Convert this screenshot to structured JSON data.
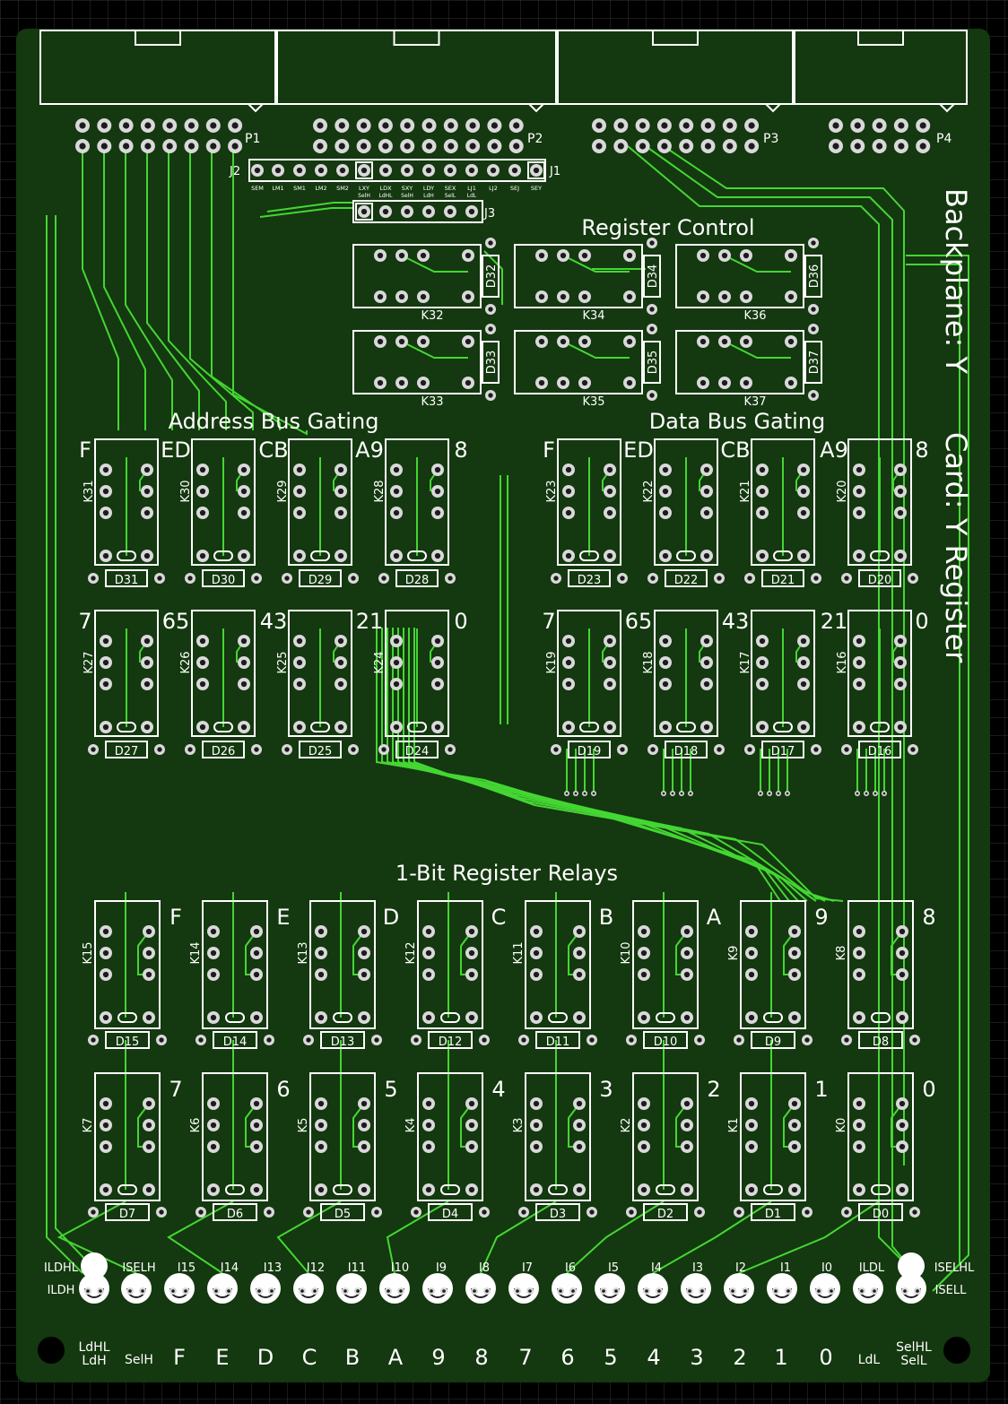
{
  "colors": {
    "background": "#000000",
    "grid": "#333333",
    "board": "#14380f",
    "trace": "#44d633",
    "silk": "#ffffff",
    "pad_ring": "#d9d9d9",
    "pad_hole": "#1c1c1c"
  },
  "titles": {
    "backplane": "Backplane: Y",
    "card": "Card: Y Register",
    "register_control": "Register Control",
    "address_bus": "Address Bus Gating",
    "data_bus": "Data Bus Gating",
    "register_relays": "1-Bit Register Relays"
  },
  "connectors": {
    "p1": "P1",
    "p2": "P2",
    "p3": "P3",
    "p4": "P4",
    "j1": "J1",
    "j2": "J2",
    "j3": "J3"
  },
  "j_row1_labels": [
    "SEM",
    "LM1",
    "SM1",
    "LM2",
    "SM2",
    "LXY",
    "LDX",
    "SXY",
    "LDY",
    "SEX",
    "LJ1",
    "LJ2",
    "SEJ",
    "SEY"
  ],
  "j_row2_labels": [
    "SelH",
    "LdHL",
    "SelH",
    "LdH",
    "SelL",
    "LdL"
  ],
  "control_relays": [
    {
      "k": "K32",
      "d": "D32"
    },
    {
      "k": "K34",
      "d": "D34"
    },
    {
      "k": "K36",
      "d": "D36"
    },
    {
      "k": "K33",
      "d": "D33"
    },
    {
      "k": "K35",
      "d": "D35"
    },
    {
      "k": "K37",
      "d": "D37"
    }
  ],
  "address_top": [
    {
      "k": "K31",
      "d": "D31"
    },
    {
      "k": "K30",
      "d": "D30"
    },
    {
      "k": "K29",
      "d": "D29"
    },
    {
      "k": "K28",
      "d": "D28"
    }
  ],
  "address_top_digits": [
    "F",
    "ED",
    "CB",
    "A9",
    "8"
  ],
  "address_bottom": [
    {
      "k": "K27",
      "d": "D27"
    },
    {
      "k": "K26",
      "d": "D26"
    },
    {
      "k": "K25",
      "d": "D25"
    },
    {
      "k": "K24",
      "d": "D24"
    }
  ],
  "address_bottom_digits": [
    "7",
    "65",
    "43",
    "21",
    "0"
  ],
  "data_top": [
    {
      "k": "K23",
      "d": "D23"
    },
    {
      "k": "K22",
      "d": "D22"
    },
    {
      "k": "K21",
      "d": "D21"
    },
    {
      "k": "K20",
      "d": "D20"
    }
  ],
  "data_top_digits": [
    "F",
    "ED",
    "CB",
    "A9",
    "8"
  ],
  "data_bottom": [
    {
      "k": "K19",
      "d": "D19"
    },
    {
      "k": "K18",
      "d": "D18"
    },
    {
      "k": "K17",
      "d": "D17"
    },
    {
      "k": "K16",
      "d": "D16"
    }
  ],
  "data_bottom_digits": [
    "7",
    "65",
    "43",
    "21",
    "0"
  ],
  "register_top": [
    {
      "k": "K15",
      "d": "D15",
      "bit": "F"
    },
    {
      "k": "K14",
      "d": "D14",
      "bit": "E"
    },
    {
      "k": "K13",
      "d": "D13",
      "bit": "D"
    },
    {
      "k": "K12",
      "d": "D12",
      "bit": "C"
    },
    {
      "k": "K11",
      "d": "D11",
      "bit": "B"
    },
    {
      "k": "K10",
      "d": "D10",
      "bit": "A"
    },
    {
      "k": "K9",
      "d": "D9",
      "bit": "9"
    },
    {
      "k": "K8",
      "d": "D8",
      "bit": "8"
    }
  ],
  "register_bottom": [
    {
      "k": "K7",
      "d": "D7",
      "bit": "7"
    },
    {
      "k": "K6",
      "d": "D6",
      "bit": "6"
    },
    {
      "k": "K5",
      "d": "D5",
      "bit": "5"
    },
    {
      "k": "K4",
      "d": "D4",
      "bit": "4"
    },
    {
      "k": "K3",
      "d": "D3",
      "bit": "3"
    },
    {
      "k": "K2",
      "d": "D2",
      "bit": "2"
    },
    {
      "k": "K1",
      "d": "D1",
      "bit": "1"
    },
    {
      "k": "K0",
      "d": "D0",
      "bit": "0"
    }
  ],
  "led_labels_top": [
    "ILDHL",
    "ISELH",
    "I15",
    "I14",
    "I13",
    "I12",
    "I11",
    "I10",
    "I9",
    "I8",
    "I7",
    "I6",
    "I5",
    "I4",
    "I3",
    "I2",
    "I1",
    "I0",
    "ILDL",
    "ISELHL"
  ],
  "led_labels_left_lower": "ILDH",
  "led_labels_right_lower": "ISELL",
  "bottom_left": {
    "top": "LdHL",
    "bottom": "LdH",
    "sel": "SelH"
  },
  "bottom_digits": [
    "F",
    "E",
    "D",
    "C",
    "B",
    "A",
    "9",
    "8",
    "7",
    "6",
    "5",
    "4",
    "3",
    "2",
    "1",
    "0"
  ],
  "bottom_right": {
    "ldl": "LdL",
    "top": "SelHL",
    "bottom": "SelL"
  }
}
